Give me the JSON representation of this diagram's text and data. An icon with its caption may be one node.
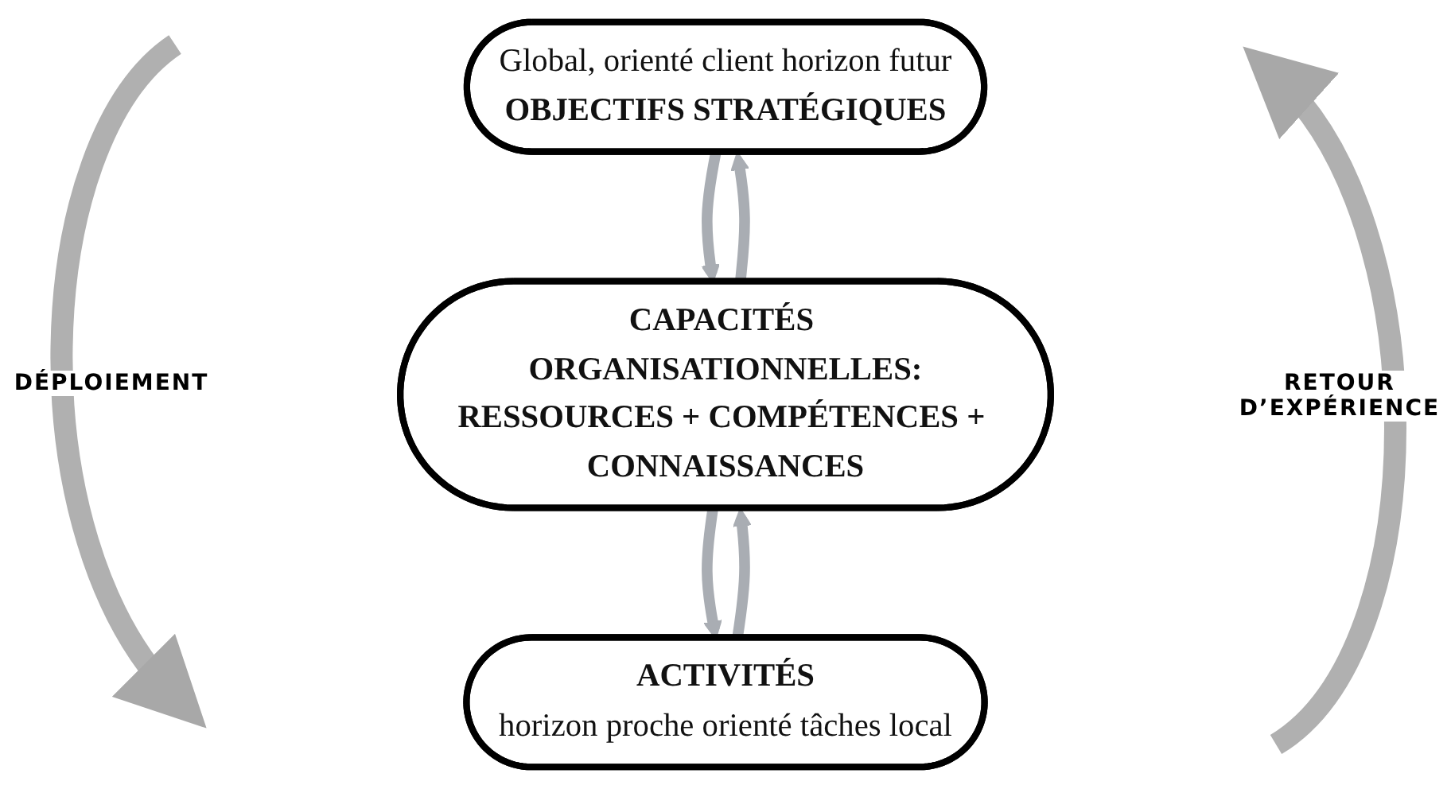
{
  "diagram": {
    "nodes": [
      {
        "text": [
          "Global, orienté client horizon futur",
          "OBJECTIFS STRATÉGIQUES"
        ]
      },
      {
        "text": [
          "CAPACITÉS ORGANISATIONNELLES:",
          "RESSOURCES + COMPÉTENCES + CONNAISSANCES"
        ]
      },
      {
        "text": [
          "ACTIVITÉS",
          "horizon proche orienté tâches local"
        ]
      }
    ],
    "edges": [
      {
        "from": 0,
        "to": 1,
        "arrow": "to"
      },
      {
        "from": 1,
        "to": 2,
        "arrow": "to"
      },
      {
        "from": 2,
        "to": 1,
        "arrow": "to"
      },
      {
        "from": 1,
        "to": 0,
        "arrow": "to"
      }
    ],
    "labels": [
      "DÉPLOIEMENT",
      "RETOUR D’EXPÉRIENCE"
    ]
  }
}
